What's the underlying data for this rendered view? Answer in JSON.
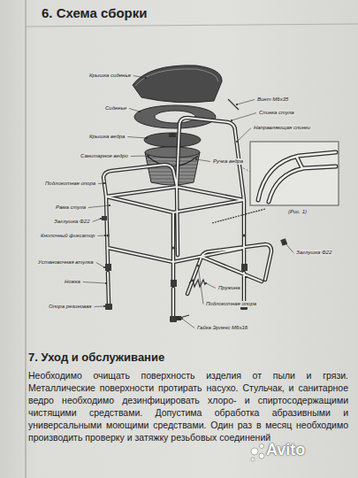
{
  "diagram": {
    "title": "6. Схема сборки",
    "labels": [
      "Крышка сиденья",
      "Сиденье",
      "Крышка ведра",
      "Санитарное ведро",
      "Подлокотная опора",
      "Рама стула",
      "Заглушка Ф22",
      "Кнопочный фиксатор",
      "Установочная втулка",
      "Ножка",
      "Опора резиновая",
      "Винт М6х35",
      "Спинка стула",
      "Направляющая спинки",
      "Ручка ведра",
      "(Рис. 1)",
      "Заглушка Ф22",
      "Пружина",
      "Подлокотная опора",
      "Гайка Эрлекс М6х16",
      "7. Уход и обслуживание",
      "Необходимо очищать поверхность изделия от пыли и грязи. Металлические поверхности протирать насухо. Стульчак, и санитарное ведро необходимо дезинфицировать хлоро- и спиртосодержащими чистящими средствами. Допустима обработка абразивными и универсальными моющими средствами. Один раз в месяц необходимо производить проверку и затяжку резьбовых соединений",
      "Avito"
    ]
  }
}
